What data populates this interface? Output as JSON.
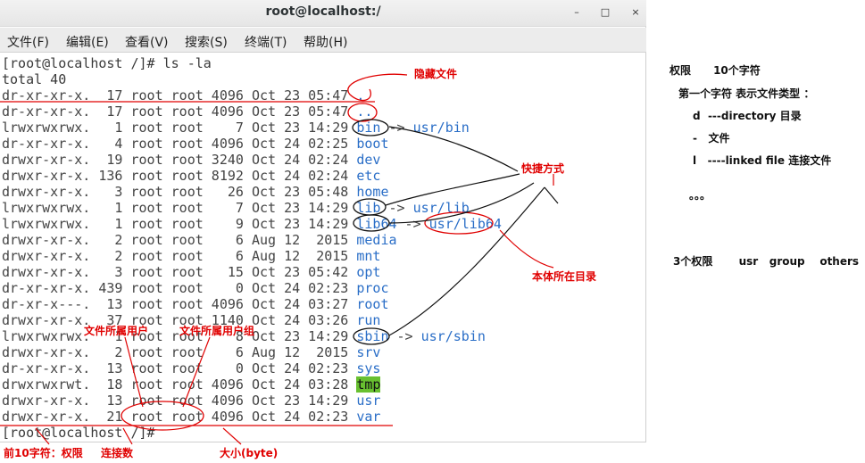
{
  "window": {
    "title": "root@localhost:/",
    "buttons": {
      "minimize": "–",
      "maximize": "□",
      "close": "×"
    }
  },
  "menu": [
    "文件(F)",
    "编辑(E)",
    "查看(V)",
    "搜索(S)",
    "终端(T)",
    "帮助(H)"
  ],
  "terminal": {
    "prompt1": "[root@localhost /]# ls -la",
    "total": "total 40",
    "rows": [
      {
        "perm": "dr-xr-xr-x.",
        "links": "17",
        "user": "root",
        "group": "root",
        "size": "4096",
        "month": "Oct",
        "day": "23",
        "time": "05:47",
        "name": ".",
        "target": ""
      },
      {
        "perm": "dr-xr-xr-x.",
        "links": "17",
        "user": "root",
        "group": "root",
        "size": "4096",
        "month": "Oct",
        "day": "23",
        "time": "05:47",
        "name": "..",
        "target": ""
      },
      {
        "perm": "lrwxrwxrwx.",
        "links": "1",
        "user": "root",
        "group": "root",
        "size": "7",
        "month": "Oct",
        "day": "23",
        "time": "14:29",
        "name": "bin",
        "target": "usr/bin"
      },
      {
        "perm": "dr-xr-xr-x.",
        "links": "4",
        "user": "root",
        "group": "root",
        "size": "4096",
        "month": "Oct",
        "day": "24",
        "time": "02:25",
        "name": "boot",
        "target": ""
      },
      {
        "perm": "drwxr-xr-x.",
        "links": "19",
        "user": "root",
        "group": "root",
        "size": "3240",
        "month": "Oct",
        "day": "24",
        "time": "02:24",
        "name": "dev",
        "target": ""
      },
      {
        "perm": "drwxr-xr-x.",
        "links": "136",
        "user": "root",
        "group": "root",
        "size": "8192",
        "month": "Oct",
        "day": "24",
        "time": "02:24",
        "name": "etc",
        "target": ""
      },
      {
        "perm": "drwxr-xr-x.",
        "links": "3",
        "user": "root",
        "group": "root",
        "size": "26",
        "month": "Oct",
        "day": "23",
        "time": "05:48",
        "name": "home",
        "target": ""
      },
      {
        "perm": "lrwxrwxrwx.",
        "links": "1",
        "user": "root",
        "group": "root",
        "size": "7",
        "month": "Oct",
        "day": "23",
        "time": "14:29",
        "name": "lib",
        "target": "usr/lib"
      },
      {
        "perm": "lrwxrwxrwx.",
        "links": "1",
        "user": "root",
        "group": "root",
        "size": "9",
        "month": "Oct",
        "day": "23",
        "time": "14:29",
        "name": "lib64",
        "target": "usr/lib64"
      },
      {
        "perm": "drwxr-xr-x.",
        "links": "2",
        "user": "root",
        "group": "root",
        "size": "6",
        "month": "Aug",
        "day": "12",
        "time": " 2015",
        "name": "media",
        "target": ""
      },
      {
        "perm": "drwxr-xr-x.",
        "links": "2",
        "user": "root",
        "group": "root",
        "size": "6",
        "month": "Aug",
        "day": "12",
        "time": " 2015",
        "name": "mnt",
        "target": ""
      },
      {
        "perm": "drwxr-xr-x.",
        "links": "3",
        "user": "root",
        "group": "root",
        "size": "15",
        "month": "Oct",
        "day": "23",
        "time": "05:42",
        "name": "opt",
        "target": ""
      },
      {
        "perm": "dr-xr-xr-x.",
        "links": "439",
        "user": "root",
        "group": "root",
        "size": "0",
        "month": "Oct",
        "day": "24",
        "time": "02:23",
        "name": "proc",
        "target": ""
      },
      {
        "perm": "dr-xr-x---.",
        "links": "13",
        "user": "root",
        "group": "root",
        "size": "4096",
        "month": "Oct",
        "day": "24",
        "time": "03:27",
        "name": "root",
        "target": ""
      },
      {
        "perm": "drwxr-xr-x.",
        "links": "37",
        "user": "root",
        "group": "root",
        "size": "1140",
        "month": "Oct",
        "day": "24",
        "time": "03:26",
        "name": "run",
        "target": ""
      },
      {
        "perm": "lrwxrwxrwx.",
        "links": "1",
        "user": "root",
        "group": "root",
        "size": "8",
        "month": "Oct",
        "day": "23",
        "time": "14:29",
        "name": "sbin",
        "target": "usr/sbin"
      },
      {
        "perm": "drwxr-xr-x.",
        "links": "2",
        "user": "root",
        "group": "root",
        "size": "6",
        "month": "Aug",
        "day": "12",
        "time": " 2015",
        "name": "srv",
        "target": ""
      },
      {
        "perm": "dr-xr-xr-x.",
        "links": "13",
        "user": "root",
        "group": "root",
        "size": "0",
        "month": "Oct",
        "day": "24",
        "time": "02:23",
        "name": "sys",
        "target": ""
      },
      {
        "perm": "drwxrwxrwt.",
        "links": "18",
        "user": "root",
        "group": "root",
        "size": "4096",
        "month": "Oct",
        "day": "24",
        "time": "03:28",
        "name": "tmp",
        "target": ""
      },
      {
        "perm": "drwxr-xr-x.",
        "links": "13",
        "user": "root",
        "group": "root",
        "size": "4096",
        "month": "Oct",
        "day": "23",
        "time": "14:29",
        "name": "usr",
        "target": ""
      },
      {
        "perm": "drwxr-xr-x.",
        "links": "21",
        "user": "root",
        "group": "root",
        "size": "4096",
        "month": "Oct",
        "day": "24",
        "time": "02:23",
        "name": "var",
        "target": ""
      }
    ],
    "prompt2": "[root@localhost /]# "
  },
  "annotations": {
    "hidden_file": "隐藏文件",
    "shortcut": "快捷方式",
    "real_dir": "本体所在目录",
    "owner_user": "文件所属用户",
    "owner_group": "文件所属用户组",
    "first10": "前10字符：权限",
    "link_count": "连接数",
    "size": "大小(byte)"
  },
  "notes": {
    "perm_title": "权限      10个字符",
    "first_char": "第一个字符 表示文件类型 ：",
    "d_line": "d  ---directory 目录",
    "dash_line": "-   文件",
    "l_line": "l   ----linked file 连接文件",
    "dots": "。。。",
    "three_perms": "3个权限       usr   group    others"
  },
  "colors": {
    "link_blue": "#2a6ec7",
    "annotation_red": "#e00000",
    "tmp_highlight": "#68c030"
  }
}
